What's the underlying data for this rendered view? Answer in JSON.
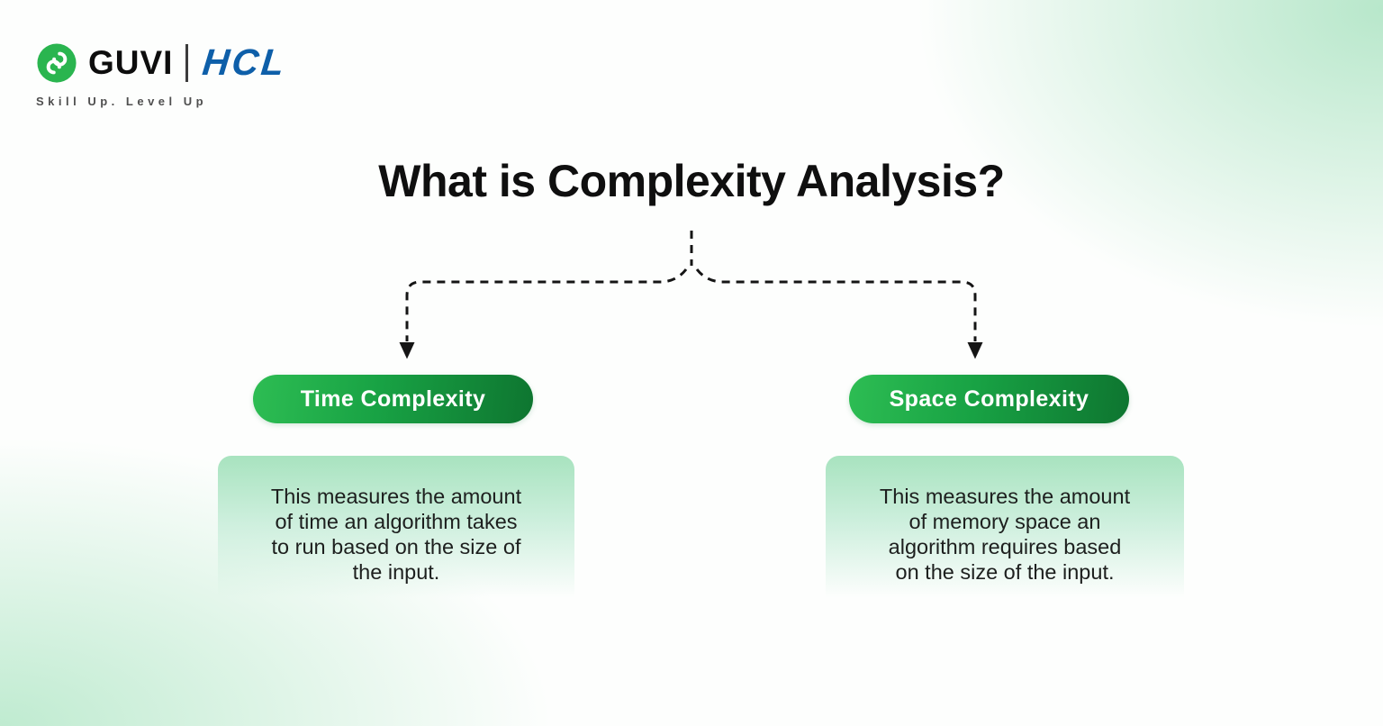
{
  "header": {
    "brand": {
      "guvi_label": "GUVI",
      "hcl_label": "HCL",
      "tagline": "Skill Up. Level Up"
    }
  },
  "title": "What is Complexity Analysis?",
  "branches": [
    {
      "label": "Time Complexity",
      "description": "This measures the amount\nof time an algorithm takes\nto run based on the size of\nthe input."
    },
    {
      "label": "Space Complexity",
      "description": "This measures the amount\nof memory space an\nalgorithm requires based\non the size of the input."
    }
  ],
  "icons": {
    "guvi_logo": "guvi-g-monogram-icon",
    "arrows": "dashed-down-arrow-icon"
  },
  "colors": {
    "brand_green": "#2ab54f",
    "hcl_blue": "#0e5fa9",
    "pill_gradient_start": "#2dbd53",
    "pill_gradient_end": "#0e7530",
    "card_top_green": "#a8e3bf",
    "connector_black": "#151515",
    "title_color": "#0f0f0f",
    "tagline_gray": "#4f4f4f"
  }
}
